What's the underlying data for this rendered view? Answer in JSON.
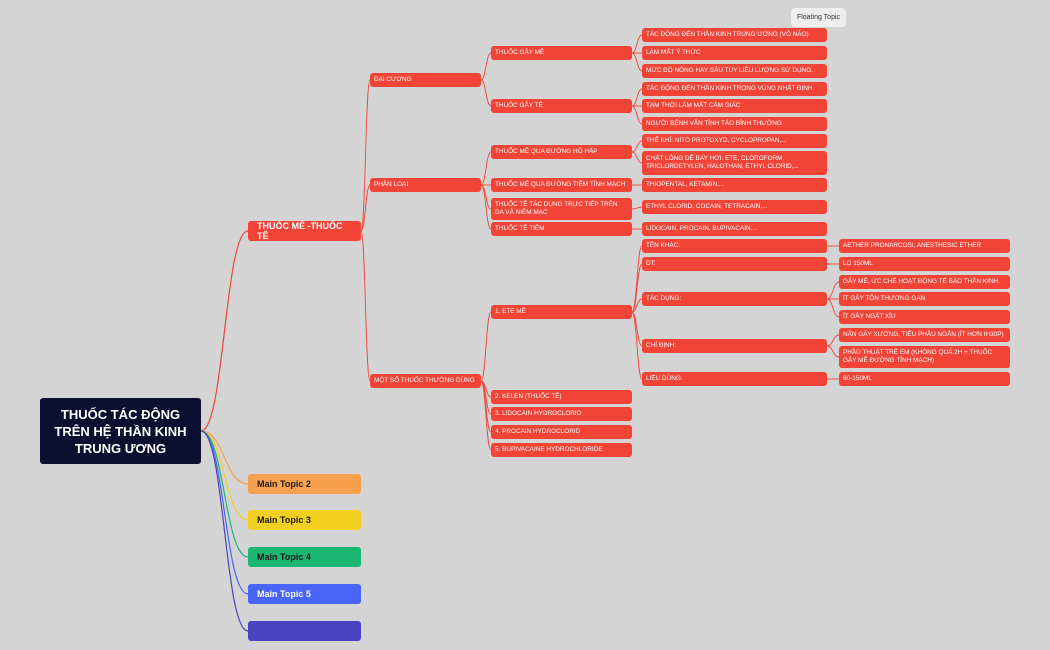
{
  "floating_topic": "Floating Topic",
  "central": "THUỐC TÁC ĐỘNG TRÊN HỆ THẦN KINH TRUNG ƯƠNG",
  "main_topics": [
    {
      "label": "THUỐC MÊ -THUỐC TÊ",
      "color": "#f14437"
    },
    {
      "label": "Main Topic 2",
      "color": "#f6a04d"
    },
    {
      "label": "Main Topic 3",
      "color": "#f2d022"
    },
    {
      "label": "Main Topic 4",
      "color": "#1bb672"
    },
    {
      "label": "Main Topic 5",
      "color": "#4965f8"
    },
    {
      "label": "",
      "color": "#4c44c2"
    }
  ],
  "branches": {
    "dai_cuong": "ĐẠI CƯƠNG",
    "phan_loai": "PHÂN LOẠI",
    "mot_so": "MỘT SỐ THUỐC THƯỜNG DÙNG",
    "thuoc_gay_me": "THUỐC GÂY MÊ",
    "thuoc_gay_te": "THUỐC GÂY TÊ",
    "me1": "TÁC ĐỘNG ĐẾN THẦN KINH TRUNG ƯƠNG (VỎ NÃO)",
    "me2": "LÀM MẤT Ý THỨC",
    "me3": "MỨC ĐỘ NÔNG HAY SÂU TÙY LIỀU LƯỢNG SỬ DỤNG.",
    "te1": "TÁC ĐỘNG ĐẾN THẦN KINH TRONG VÙNG NHẤT ĐỊNH",
    "te2": "TẠM THỜI LÀM MẤT CẢM GIÁC",
    "te3": "NGƯỜI BỆNH VẪN TỈNH TÁO BÌNH THƯỜNG",
    "pl1": "THUỐC MÊ QUA ĐƯỜNG HÔ HẤP",
    "pl1a": "THỂ KHÍ: NITO PROTOXYD, CYCLOPROPAN,...",
    "pl1b": "CHẤT LỎNG DỄ BAY HƠI: ETE, CLOROFORM, TRICLORDETYLEN, HALOTHAN, ETHYL CLORID,...",
    "pl2": "THUỐC MÊ QUA ĐƯỜNG TIÊM TĨNH MẠCH",
    "pl2a": "THIOPENTAL, KETAMIN,...",
    "pl3": "THUỐC TÊ TÁC DỤNG TRỰC TIẾP TRÊN DA VÀ NIÊM MẠC",
    "pl3a": "ETHYL CLORID, COCAIN, TETRACAIN,...",
    "pl4": "THUỐC TÊ TIÊM",
    "pl4a": "LIDOCAIN, PROCAIN, BUPIVACAIN,...",
    "d1": "1. ETE MÊ",
    "d1_ten": "TÊN KHÁC:",
    "d1_ten_v": "AETHER PRONARCOSI, ANESTHESIC ETHER",
    "d1_dt": "DT:",
    "d1_dt_v": "LỌ 150ML",
    "d1_td": "TÁC DỤNG:",
    "d1_td1": "GÂY MÊ, ỨC CHẾ HOẠT ĐỘNG TẾ BÀO THẦN KINH.",
    "d1_td2": "ÍT GÂY TỔN THƯƠNG GAN",
    "d1_td3": "ÍT GÂY NGẤT XỈU",
    "d1_cd": "CHỈ ĐỊNH:",
    "d1_cd1": "NẮN GÃY XƯƠNG, TIỂU PHẪU NGẮN (ÍT HƠN IH30P)",
    "d1_cd2": "PHẪU THUẬT TRẺ EM (KHÔNG QUÁ 2H + THUỐC GÂY MÊ ĐƯỜNG TĨNH MẠCH)",
    "d1_ld": "LIỀU DÙNG:",
    "d1_ld_v": "60-150ML",
    "d2": "2. KELEN (THUỐC TÊ)",
    "d3": "3. LIDOCAIN HYDROCLORID",
    "d4": "4. PROCAIN HYDROCLORID",
    "d5": "5. BUPIVACAINE HYDROCHLORIDE"
  }
}
